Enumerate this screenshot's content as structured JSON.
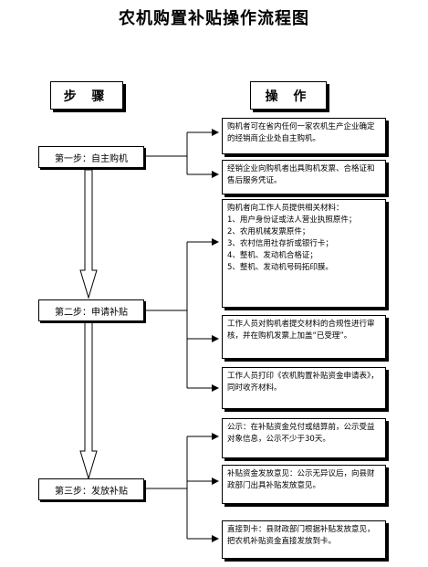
{
  "title": "农机购置补贴操作流程图",
  "headers": {
    "steps": "步 骤",
    "operations": "操 作"
  },
  "steps": [
    {
      "label": "第一步：自主购机"
    },
    {
      "label": "第二步：申请补贴"
    },
    {
      "label": "第三步：发放补贴"
    }
  ],
  "operations": [
    {
      "lines": [
        "购机者可在省内任何一家农机生产企业确定的经销商企业处自主购机。"
      ]
    },
    {
      "lines": [
        "经销企业向购机者出具购机发票、合格证和售后服务凭证。"
      ]
    },
    {
      "lines": [
        "购机者向工作人员提供相关材料：",
        "1、用户身份证或法人营业执照原件；",
        "2、农用机械发票原件；",
        "3、农村信用社存折或银行卡；",
        "4、整机、发动机合格证；",
        "5、整机、发动机号码拓印膜。"
      ]
    },
    {
      "lines": [
        "工作人员对购机者提交材料的合规性进行审核，并在购机发票上加盖“已受理”。"
      ]
    },
    {
      "lines": [
        "工作人员打印《农机购置补贴资金申请表》，同时收齐材料。"
      ]
    },
    {
      "lines": [
        "公示：在补贴资金兑付或结算前，公示受益对象信息，公示不少于30天。"
      ]
    },
    {
      "lines": [
        "补贴资金发放意见：公示无异议后，向县财政部门出具补贴发放意见。"
      ]
    },
    {
      "lines": [
        "直接到卡：县财政部门根据补贴发放意见，把农机补贴资金直接发放到卡。"
      ]
    }
  ]
}
